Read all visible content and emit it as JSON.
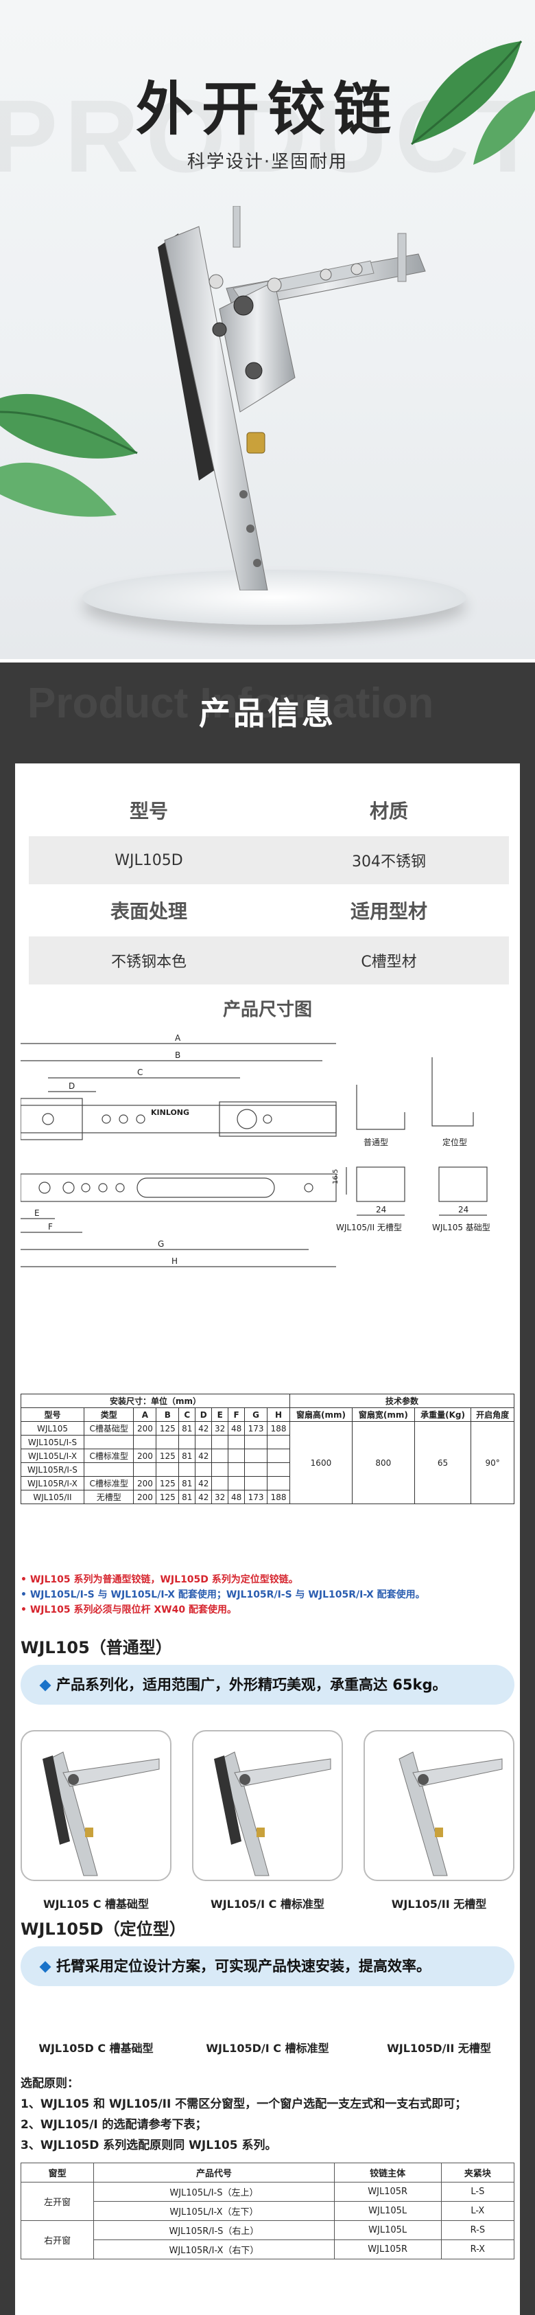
{
  "hero": {
    "title": "外开铰链",
    "subtitle": "科学设计·坚固耐用",
    "watermark": "PRODUCT"
  },
  "info": {
    "title": "产品信息",
    "watermark": "Product Information"
  },
  "spec": {
    "model_label": "型号",
    "model_value": "WJL105D",
    "material_label": "材质",
    "material_value": "304不锈钢",
    "surface_label": "表面处理",
    "surface_value": "不锈钢本色",
    "profile_label": "适用型材",
    "profile_value": "C槽型材"
  },
  "sizes_title": "产品尺寸图",
  "drawing": {
    "brand": "KINLONG",
    "dim_letters": [
      "A",
      "B",
      "C",
      "D",
      "E",
      "F",
      "G",
      "H"
    ],
    "dim_165": "16.5",
    "dim_24": "24",
    "label_normal": "普通型",
    "label_position": "定位型",
    "label_ii": "WJL105/II 无槽型",
    "label_base": "WJL105 基础型"
  },
  "dims_table": {
    "group_install": "安装尺寸：单位（mm）",
    "group_tech": "技术参数",
    "headers": [
      "型号",
      "类型",
      "A",
      "B",
      "C",
      "D",
      "E",
      "F",
      "G",
      "H",
      "窗扇高(mm)",
      "窗扇宽(mm)",
      "承重量(Kg)",
      "开启角度"
    ],
    "rows": [
      [
        "WJL105",
        "C槽基础型",
        "200",
        "125",
        "81",
        "42",
        "32",
        "48",
        "173",
        "188"
      ],
      [
        "WJL105L/I-S",
        "",
        "",
        "",
        "",
        "",
        "",
        "",
        "",
        ""
      ],
      [
        "WJL105L/I-X",
        "C槽标准型",
        "200",
        "125",
        "81",
        "42",
        "",
        "",
        "",
        ""
      ],
      [
        "WJL105R/I-S",
        "",
        "",
        "",
        "",
        "",
        "",
        "",
        "",
        ""
      ],
      [
        "WJL105R/I-X",
        "C槽标准型",
        "200",
        "125",
        "81",
        "42",
        "",
        "",
        "",
        ""
      ],
      [
        "WJL105/II",
        "无槽型",
        "200",
        "125",
        "81",
        "42",
        "32",
        "48",
        "173",
        "188"
      ]
    ],
    "tech": [
      "1600",
      "800",
      "65",
      "90°"
    ]
  },
  "notes": [
    "• WJL105 系列为普通型铰链，WJL105D 系列为定位型铰链。",
    "• WJL105L/I-S 与 WJL105L/I-X 配套使用；WJL105R/I-S 与 WJL105R/I-X 配套使用。",
    "• WJL105 系列必须与限位杆 XW40 配套使用。"
  ],
  "section1": {
    "title": "WJL105（普通型）",
    "desc": "产品系列化，适用范围广，外形精巧美观，承重高达 65kg。",
    "items": [
      "WJL105  C 槽基础型",
      "WJL105/I  C 槽标准型",
      "WJL105/II  无槽型"
    ]
  },
  "section2": {
    "title": "WJL105D（定位型）",
    "desc": "托臂采用定位设计方案，可实现产品快速安装，提高效率。",
    "items": [
      "WJL105D  C 槽基础型",
      "WJL105D/I  C 槽标准型",
      "WJL105D/II  无槽型"
    ]
  },
  "rules": {
    "title": "选配原则：",
    "items": [
      "1、WJL105 和 WJL105/II 不需区分窗型，一个窗户选配一支左式和一支右式即可；",
      "2、WJL105/I 的选配请参考下表；",
      "3、WJL105D 系列选配原则同 WJL105 系列。"
    ]
  },
  "match_table": {
    "headers": [
      "窗型",
      "产品代号",
      "铰链主体",
      "夹紧块"
    ],
    "rows": [
      [
        "左开窗",
        "WJL105L/I-S（左上）",
        "WJL105R",
        "L-S"
      ],
      [
        "",
        "WJL105L/I-X（左下）",
        "WJL105L",
        "L-X"
      ],
      [
        "右开窗",
        "WJL105R/I-S（右上）",
        "WJL105L",
        "R-S"
      ],
      [
        "",
        "WJL105R/I-X（右下）",
        "WJL105R",
        "R-X"
      ]
    ]
  },
  "colors": {
    "dark": "#3a3a3a",
    "accent_blue": "#1a73c9",
    "pill_bg": "#d9eaf7",
    "note_red": "#d6252e",
    "note_blue": "#2a5db0"
  }
}
